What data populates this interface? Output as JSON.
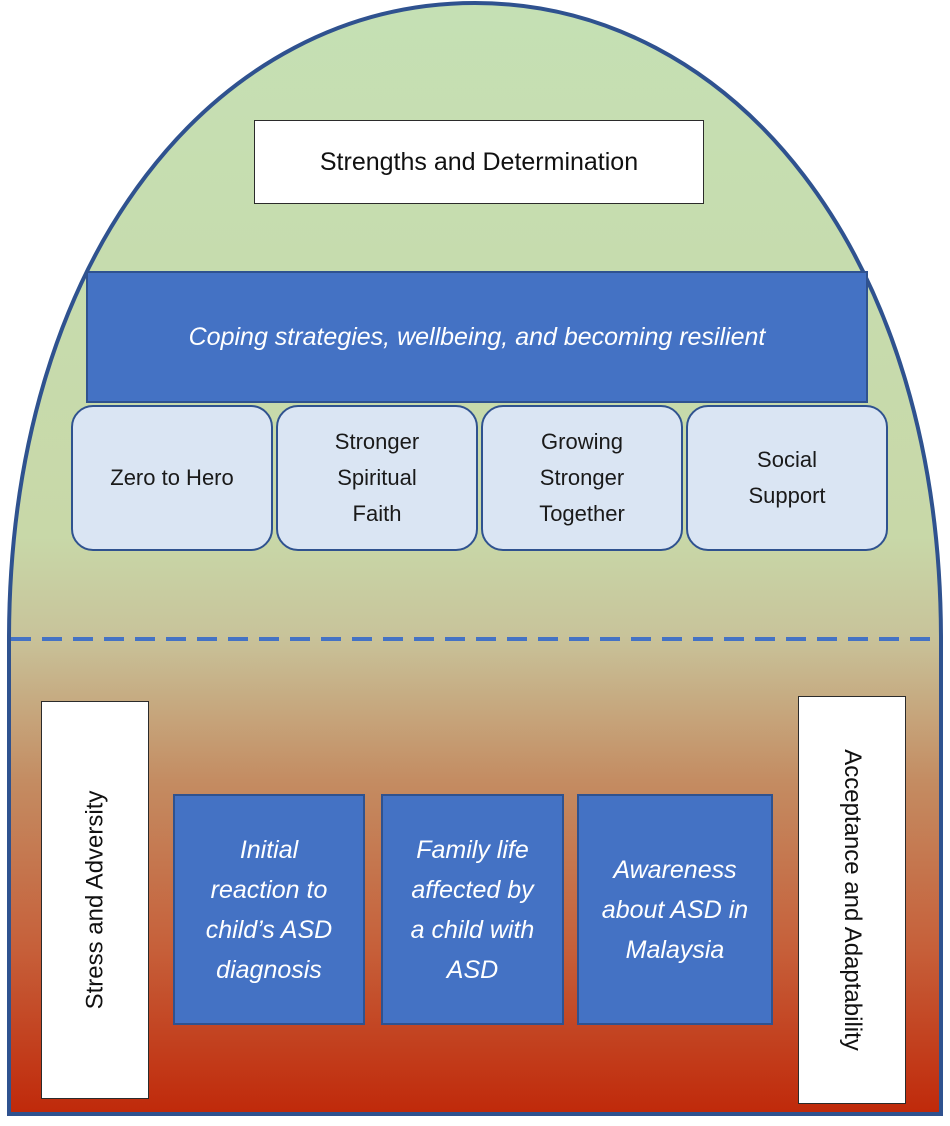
{
  "top_label": "Strengths and Determination",
  "banner": "Coping strategies, wellbeing, and becoming resilient",
  "subthemes": [
    "Zero to Hero",
    "Stronger Spiritual Faith",
    "Growing Stronger Together",
    "Social Support"
  ],
  "left_label": "Stress and Adversity",
  "right_label": "Acceptance and Adaptability",
  "themes": [
    "Initial reaction to child’s ASD diagnosis",
    "Family life affected by a child with ASD",
    "Awareness about ASD in Malaysia"
  ],
  "colors": {
    "top_fill": "#c5e0b4",
    "middle_fill": "#c4a779",
    "bottom_fill": "#c0290a",
    "outline": "#2f528f",
    "box_blue": "#4472c4",
    "pill_fill": "#dae5f3",
    "divider": "#4472c4"
  }
}
